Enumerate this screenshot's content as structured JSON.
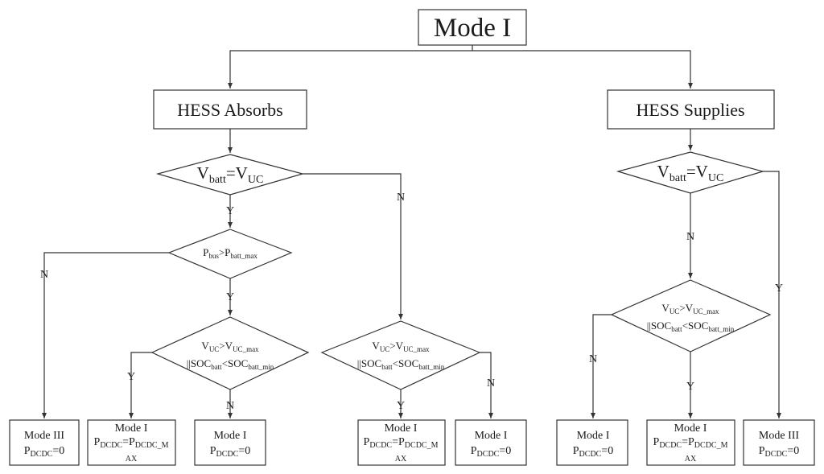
{
  "nodes": {
    "root": {
      "lines": [
        [
          {
            "t": "Mode I"
          }
        ]
      ]
    },
    "absorb": {
      "lines": [
        [
          {
            "t": "HESS Absorbs"
          }
        ]
      ]
    },
    "supply": {
      "lines": [
        [
          {
            "t": "HESS Supplies"
          }
        ]
      ]
    },
    "d_eq_left": {
      "lines": [
        [
          {
            "t": "V"
          },
          {
            "t": "batt",
            "sub": true
          },
          {
            "t": "=V"
          },
          {
            "t": "UC",
            "sub": true
          }
        ]
      ]
    },
    "d_eq_right": {
      "lines": [
        [
          {
            "t": "V"
          },
          {
            "t": "batt",
            "sub": true
          },
          {
            "t": "=V"
          },
          {
            "t": "UC",
            "sub": true
          }
        ]
      ]
    },
    "d_pbus": {
      "lines": [
        [
          {
            "t": "P"
          },
          {
            "t": "bus",
            "sub": true
          },
          {
            "t": ">P"
          },
          {
            "t": "batt_max",
            "sub": true
          }
        ]
      ]
    },
    "d_uc_a": {
      "lines": [
        [
          {
            "t": "V"
          },
          {
            "t": "UC",
            "sub": true
          },
          {
            "t": ">V"
          },
          {
            "t": "UC_max",
            "sub": true
          }
        ],
        [
          {
            "t": "||SOC"
          },
          {
            "t": "batt",
            "sub": true
          },
          {
            "t": "<SOC"
          },
          {
            "t": "batt_min",
            "sub": true
          }
        ]
      ]
    },
    "d_uc_b": {
      "lines": [
        [
          {
            "t": "V"
          },
          {
            "t": "UC",
            "sub": true
          },
          {
            "t": ">V"
          },
          {
            "t": "UC_max",
            "sub": true
          }
        ],
        [
          {
            "t": "||SOC"
          },
          {
            "t": "batt",
            "sub": true
          },
          {
            "t": "<SOC"
          },
          {
            "t": "batt_min",
            "sub": true
          }
        ]
      ]
    },
    "d_uc_c": {
      "lines": [
        [
          {
            "t": "V"
          },
          {
            "t": "UC",
            "sub": true
          },
          {
            "t": ">V"
          },
          {
            "t": "UC_max",
            "sub": true
          }
        ],
        [
          {
            "t": "||SOC"
          },
          {
            "t": "batt",
            "sub": true
          },
          {
            "t": "<SOC"
          },
          {
            "t": "batt_min",
            "sub": true
          }
        ]
      ]
    },
    "out1": {
      "lines": [
        [
          {
            "t": "Mode III"
          }
        ],
        [
          {
            "t": "P"
          },
          {
            "t": "DCDC",
            "sub": true
          },
          {
            "t": "=0"
          }
        ]
      ]
    },
    "out2": {
      "lines": [
        [
          {
            "t": "Mode I"
          }
        ],
        [
          {
            "t": "P"
          },
          {
            "t": "DCDC",
            "sub": true
          },
          {
            "t": "=P"
          },
          {
            "t": "DCDC_M",
            "sub": true
          }
        ],
        [
          {
            "t": "AX",
            "small": true
          }
        ]
      ]
    },
    "out3": {
      "lines": [
        [
          {
            "t": "Mode I"
          }
        ],
        [
          {
            "t": "P"
          },
          {
            "t": "DCDC",
            "sub": true
          },
          {
            "t": "=0"
          }
        ]
      ]
    },
    "out4": {
      "lines": [
        [
          {
            "t": "Mode I"
          }
        ],
        [
          {
            "t": "P"
          },
          {
            "t": "DCDC",
            "sub": true
          },
          {
            "t": "=P"
          },
          {
            "t": "DCDC_M",
            "sub": true
          }
        ],
        [
          {
            "t": "AX",
            "small": true
          }
        ]
      ]
    },
    "out5": {
      "lines": [
        [
          {
            "t": "Mode I"
          }
        ],
        [
          {
            "t": "P"
          },
          {
            "t": "DCDC",
            "sub": true
          },
          {
            "t": "=0"
          }
        ]
      ]
    },
    "out6": {
      "lines": [
        [
          {
            "t": "Mode I"
          }
        ],
        [
          {
            "t": "P"
          },
          {
            "t": "DCDC",
            "sub": true
          },
          {
            "t": "=0"
          }
        ]
      ]
    },
    "out7": {
      "lines": [
        [
          {
            "t": "Mode I"
          }
        ],
        [
          {
            "t": "P"
          },
          {
            "t": "DCDC",
            "sub": true
          },
          {
            "t": "=P"
          },
          {
            "t": "DCDC_M",
            "sub": true
          }
        ],
        [
          {
            "t": "AX",
            "small": true
          }
        ]
      ]
    },
    "out8": {
      "lines": [
        [
          {
            "t": "Mode III"
          }
        ],
        [
          {
            "t": "P"
          },
          {
            "t": "DCDC",
            "sub": true
          },
          {
            "t": "=0"
          }
        ]
      ]
    }
  },
  "edges": {
    "e_eql_y": "Y",
    "e_eql_n": "N",
    "e_pbus_n": "N",
    "e_pbus_y": "Y",
    "e_uca_y": "Y",
    "e_uca_n": "N",
    "e_ucb_y": "Y",
    "e_ucb_n": "N",
    "e_eqr_n": "N",
    "e_eqr_y": "Y",
    "e_ucc_n": "N",
    "e_ucc_y": "Y"
  }
}
